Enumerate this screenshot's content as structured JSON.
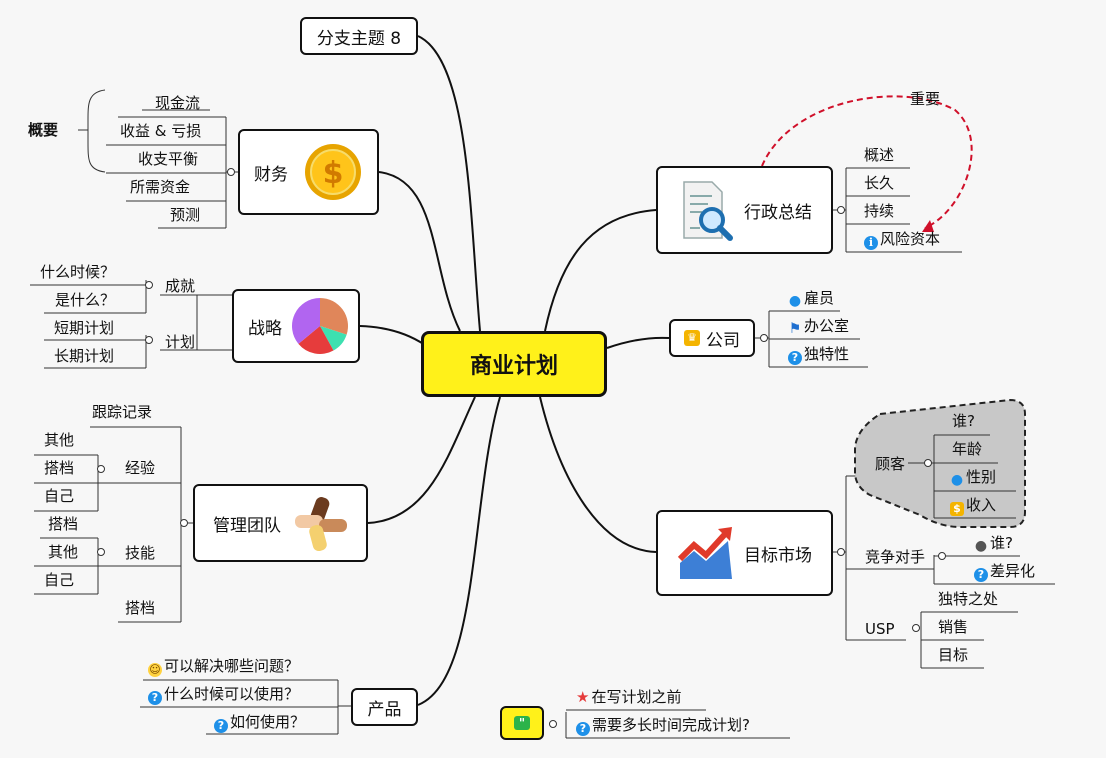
{
  "central": "商业计划",
  "floating_topic": "分支主题 8",
  "finance": {
    "label": "财务",
    "summary": "概要",
    "items": [
      "现金流",
      "收益 & 亏损",
      "收支平衡",
      "所需资金",
      "预测"
    ]
  },
  "strategy": {
    "label": "战略",
    "groups": [
      {
        "label": "成就",
        "items": [
          "什么时候？",
          "是什么？"
        ]
      },
      {
        "label": "计划",
        "items": [
          "短期计划",
          "长期计划"
        ]
      }
    ]
  },
  "team": {
    "label": "管理团队",
    "top": "跟踪记录",
    "experience": {
      "label": "经验",
      "items": [
        "其他",
        "搭档",
        "自己"
      ]
    },
    "skills": {
      "label": "技能",
      "items": [
        "搭档",
        "其他",
        "自己"
      ]
    },
    "bottom": "搭档"
  },
  "product": {
    "label": "产品",
    "items": [
      "可以解决哪些问题？",
      "什么时候可以使用？",
      "如何使用？"
    ]
  },
  "executive": {
    "label": "行政总结",
    "items": [
      "概述",
      "长久",
      "持续",
      "风险资本"
    ],
    "relation": "重要"
  },
  "company": {
    "label": "公司",
    "items": [
      "雇员",
      "办公室",
      "独特性"
    ]
  },
  "market": {
    "label": "目标市场",
    "customers": {
      "label": "顾客",
      "items": [
        "谁?",
        "年龄",
        "性别",
        "收入"
      ]
    },
    "competitors": {
      "label": "竞争对手",
      "items": [
        "谁?",
        "差异化"
      ]
    },
    "usp": {
      "label": "USP",
      "items": [
        "独特之处",
        "销售",
        "目标"
      ]
    }
  },
  "notes": [
    "在写计划之前",
    "需要多长时间完成计划?"
  ],
  "colors": {
    "central": "#fff11a",
    "note_box": "#fff11a",
    "relation": "#d0102a",
    "boundary_fill": "#c8c8c8"
  },
  "chart_data": {
    "type": "pie",
    "values": [
      30,
      12,
      22,
      36
    ],
    "colors": [
      "#e0865a",
      "#3de0b0",
      "#e63c3c",
      "#b165f0"
    ]
  }
}
